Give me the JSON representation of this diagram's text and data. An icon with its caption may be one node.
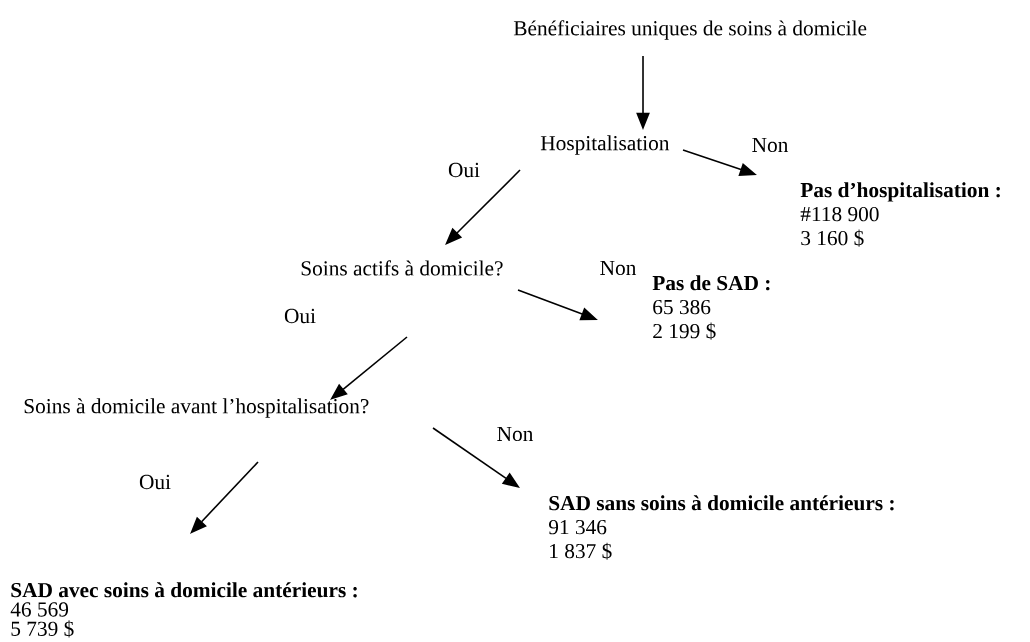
{
  "diagram": {
    "nodes": [
      {
        "text": [
          "Bénéficiaires uniques de soins à domicile"
        ]
      },
      {
        "text": [
          "Hospitalisation"
        ]
      },
      {
        "text": [
          "Pas d’hospitalisation :",
          "#118 900",
          "3 160 $"
        ]
      },
      {
        "text": [
          "Soins actifs à domicile?"
        ]
      },
      {
        "text": [
          "Pas de SAD :",
          "65 386",
          "2 199 $"
        ]
      },
      {
        "text": [
          "Soins à domicile avant l’hospitalisation?"
        ]
      },
      {
        "text": [
          "SAD sans soins à domicile antérieurs :",
          "91 346",
          "1 837 $"
        ]
      },
      {
        "text": [
          "SAD avec soins à domicile antérieurs :",
          "46 569",
          "5 739 $"
        ]
      }
    ],
    "edges": [
      {
        "from": 0,
        "to": 1,
        "arrow": "to"
      },
      {
        "from": 1,
        "to": 2,
        "arrow": "to",
        "label": "Non"
      },
      {
        "from": 1,
        "to": 3,
        "arrow": "to",
        "label": "Oui"
      },
      {
        "from": 3,
        "to": 4,
        "arrow": "to",
        "label": "Non"
      },
      {
        "from": 3,
        "to": 5,
        "arrow": "to",
        "label": "Oui"
      },
      {
        "from": 5,
        "to": 6,
        "arrow": "to",
        "label": "Non"
      },
      {
        "from": 5,
        "to": 7,
        "arrow": "to",
        "label": "Oui"
      }
    ]
  }
}
